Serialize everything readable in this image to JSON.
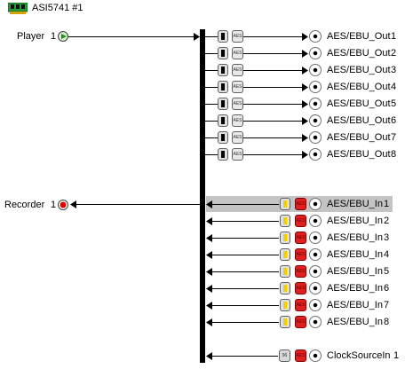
{
  "window": {
    "title": "ASI5741 #1"
  },
  "player": {
    "label": "Player",
    "index": "1"
  },
  "recorder": {
    "label": "Recorder",
    "index": "1"
  },
  "badges": {
    "aes": "AES",
    "clock": "96"
  },
  "outputs": [
    {
      "name": "AES/EBU_Out",
      "index": "1"
    },
    {
      "name": "AES/EBU_Out",
      "index": "2"
    },
    {
      "name": "AES/EBU_Out",
      "index": "3"
    },
    {
      "name": "AES/EBU_Out",
      "index": "4"
    },
    {
      "name": "AES/EBU_Out",
      "index": "5"
    },
    {
      "name": "AES/EBU_Out",
      "index": "6"
    },
    {
      "name": "AES/EBU_Out",
      "index": "7"
    },
    {
      "name": "AES/EBU_Out",
      "index": "8"
    }
  ],
  "inputs": [
    {
      "name": "AES/EBU_In",
      "index": "1",
      "selected": true
    },
    {
      "name": "AES/EBU_In",
      "index": "2"
    },
    {
      "name": "AES/EBU_In",
      "index": "3"
    },
    {
      "name": "AES/EBU_In",
      "index": "4"
    },
    {
      "name": "AES/EBU_In",
      "index": "5"
    },
    {
      "name": "AES/EBU_In",
      "index": "6"
    },
    {
      "name": "AES/EBU_In",
      "index": "7"
    },
    {
      "name": "AES/EBU_In",
      "index": "8"
    }
  ],
  "clock": {
    "name": "ClockSourceIn",
    "index": "1"
  },
  "colors": {
    "meter_out": "#000000",
    "meter_in": "#f0d000",
    "input_badge": "#e02020",
    "selection": "#c4c4c4"
  },
  "icons": {
    "card": "sound-card-icon",
    "play": "play-icon",
    "record": "record-icon",
    "port": "port-icon",
    "meter": "level-meter-icon",
    "aes": "aes-badge-icon"
  }
}
